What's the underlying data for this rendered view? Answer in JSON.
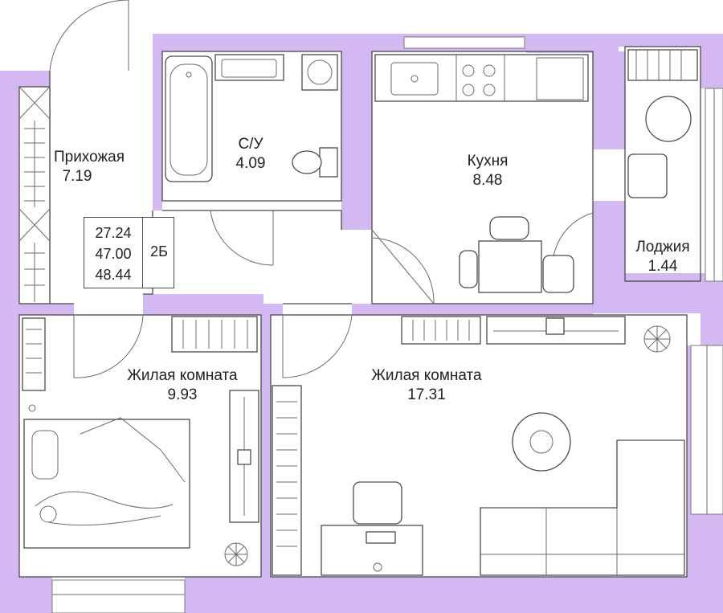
{
  "rooms": {
    "hallway": {
      "name": "Прихожая",
      "area": "7.19"
    },
    "bathroom": {
      "name": "С/У",
      "area": "4.09"
    },
    "kitchen": {
      "name": "Кухня",
      "area": "8.48"
    },
    "loggia": {
      "name": "Лоджия",
      "area": "1.44"
    },
    "bedroom_small": {
      "name": "Жилая комната",
      "area": "9.93"
    },
    "living_room": {
      "name": "Жилая комната",
      "area": "17.31"
    }
  },
  "summary": {
    "living_area": "27.24",
    "total_area": "47.00",
    "area_with_loggia": "48.44",
    "apartment_type": "2Б"
  },
  "colors": {
    "wall": "#d4b8f2",
    "line": "#4a4a4a",
    "background": "#ffffff"
  }
}
